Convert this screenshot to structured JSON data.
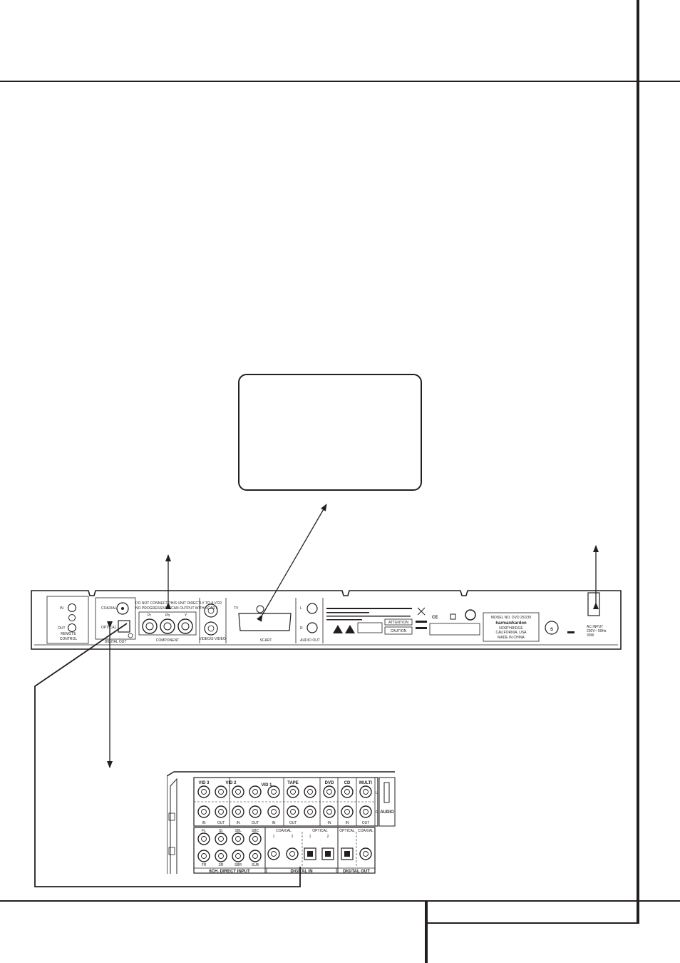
{
  "player": {
    "remote": {
      "in_label": "IN",
      "out_label": "OUT",
      "section_label_1": "REMOTE",
      "section_label_2": "CONTROL"
    },
    "digital_out": {
      "coaxial_label": "COAXIAL",
      "optical_label": "OPTICAL",
      "section_label": "DIGITAL OUT"
    },
    "component": {
      "warning_1": "DO NOT CONNECT THIS UNIT DIRECTLY TO A VCR",
      "warning_2": "NO PROGRESSIVE SCAN OUTPUT WITH SCART",
      "pr_label": "Pr",
      "pb_label": "Pb",
      "y_label": "Y",
      "section_label": "COMPONENT"
    },
    "video": {
      "section_label": "VIDEO/S-VIDEO"
    },
    "scart": {
      "tv_label": "TV",
      "section_label": "SCART"
    },
    "audio_out": {
      "l_label": "L",
      "r_label": "R",
      "section_label": "AUDIO OUT"
    },
    "labels": {
      "attention": "ATTENTION",
      "caution": "CAUTION"
    },
    "model": {
      "line1": "MODEL NO. DVD 25/230",
      "brand": "harman/kardon",
      "line3": "NORTHRIDGE",
      "line4": "CALIFORNIA, USA",
      "line5": "MADE IN CHINA"
    },
    "certification": {
      "ce": "CE",
      "s_mark": "S"
    },
    "power": {
      "line1": "AC INPUT",
      "line2": "230V~ 50Hz",
      "line3": "30W"
    }
  },
  "receiver": {
    "top_labels": [
      "VID 3",
      "VID 2",
      "VID 1",
      "TAPE",
      "DVD",
      "CD",
      "MULTI"
    ],
    "row1_sub": [
      "IN",
      "OUT",
      "IN",
      "OUT",
      "IN",
      "OUT",
      "IN",
      "IN",
      "OUT"
    ],
    "side_labels": {
      "l": "L",
      "r": "R",
      "audio": "AUDIO"
    },
    "direct_top": [
      "FL",
      "SL",
      "SBL",
      "SBC"
    ],
    "direct_bottom": [
      "FR",
      "SR",
      "SBR",
      "SUB"
    ],
    "digital_in": {
      "coaxial_label": "COAXIAL",
      "optical_label": "OPTICAL",
      "numbers": [
        "1",
        "2",
        "1",
        "2"
      ],
      "section_label": "DIGITAL IN"
    },
    "digital_out": {
      "optical_label": "OPTICAL",
      "coaxial_label": "COAXIAL",
      "section_label": "DIGITAL OUT"
    },
    "direct_section_label": "6CH. DIRECT INPUT"
  },
  "colors": {
    "ink": "#231f20",
    "paper": "#ffffff"
  }
}
